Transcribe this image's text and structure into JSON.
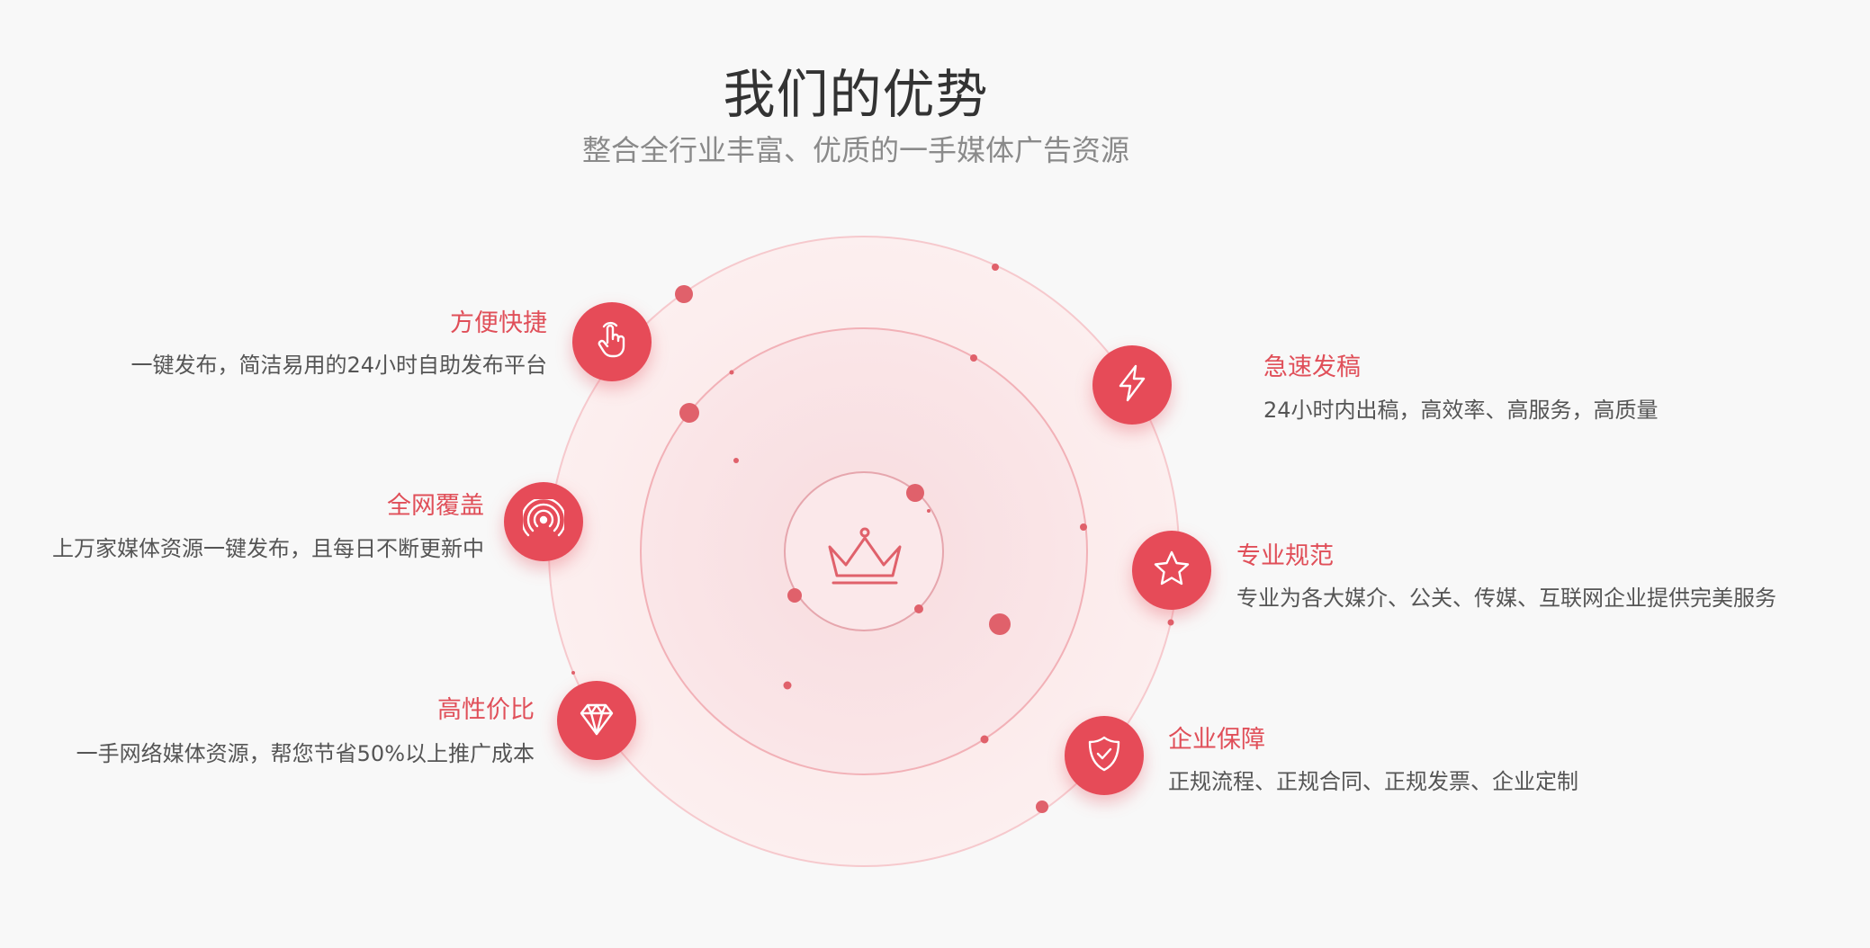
{
  "header": {
    "title": "我们的优势",
    "subtitle": "整合全行业丰富、优质的一手媒体广告资源"
  },
  "colors": {
    "accent": "#e64b58",
    "title_text": "#333333",
    "subtitle_text": "#8a8a8a",
    "feature_title": "#e04f59",
    "feature_desc": "#555555"
  },
  "center": {
    "icon": "crown-icon"
  },
  "features": [
    {
      "icon": "hand-pointer-icon",
      "title": "方便快捷",
      "desc": "一键发布，简洁易用的24小时自助发布平台"
    },
    {
      "icon": "signal-icon",
      "title": "全网覆盖",
      "desc": "上万家媒体资源一键发布，且每日不断更新中"
    },
    {
      "icon": "diamond-icon",
      "title": "高性价比",
      "desc": "一手网络媒体资源，帮您节省50%以上推广成本"
    },
    {
      "icon": "lightning-icon",
      "title": "急速发稿",
      "desc": "24小时内出稿，高效率、高服务，高质量"
    },
    {
      "icon": "star-icon",
      "title": "专业规范",
      "desc": "专业为各大媒介、公关、传媒、互联网企业提供完美服务"
    },
    {
      "icon": "shield-check-icon",
      "title": "企业保障",
      "desc": "正规流程、正规合同、正规发票、企业定制"
    }
  ]
}
